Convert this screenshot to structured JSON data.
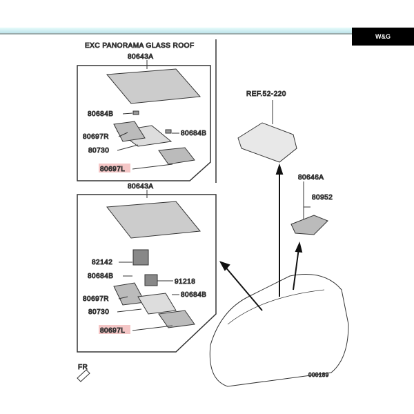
{
  "brand": "W&G",
  "upper_box": {
    "title": "EXC PANORAMA GLASS ROOF",
    "lamp": "80643A",
    "bulb_a": "80684B",
    "lens_r": "80697R",
    "base": "80730",
    "bulb_b": "80684B",
    "lens_l": "80697L"
  },
  "lower_box": {
    "lamp": "80643A",
    "switch": "82142",
    "bulb_a": "80684B",
    "socket": "91218",
    "lens_r": "80697R",
    "base": "80730",
    "bulb_b": "80684B",
    "lens_l": "80697L"
  },
  "right": {
    "ref": "REF.52-220",
    "rear_lamp": "80646A",
    "rear_bulb": "80952"
  },
  "fr_label": "FR",
  "diagram_code": "000189",
  "highlight_color": "#f4c6c6"
}
